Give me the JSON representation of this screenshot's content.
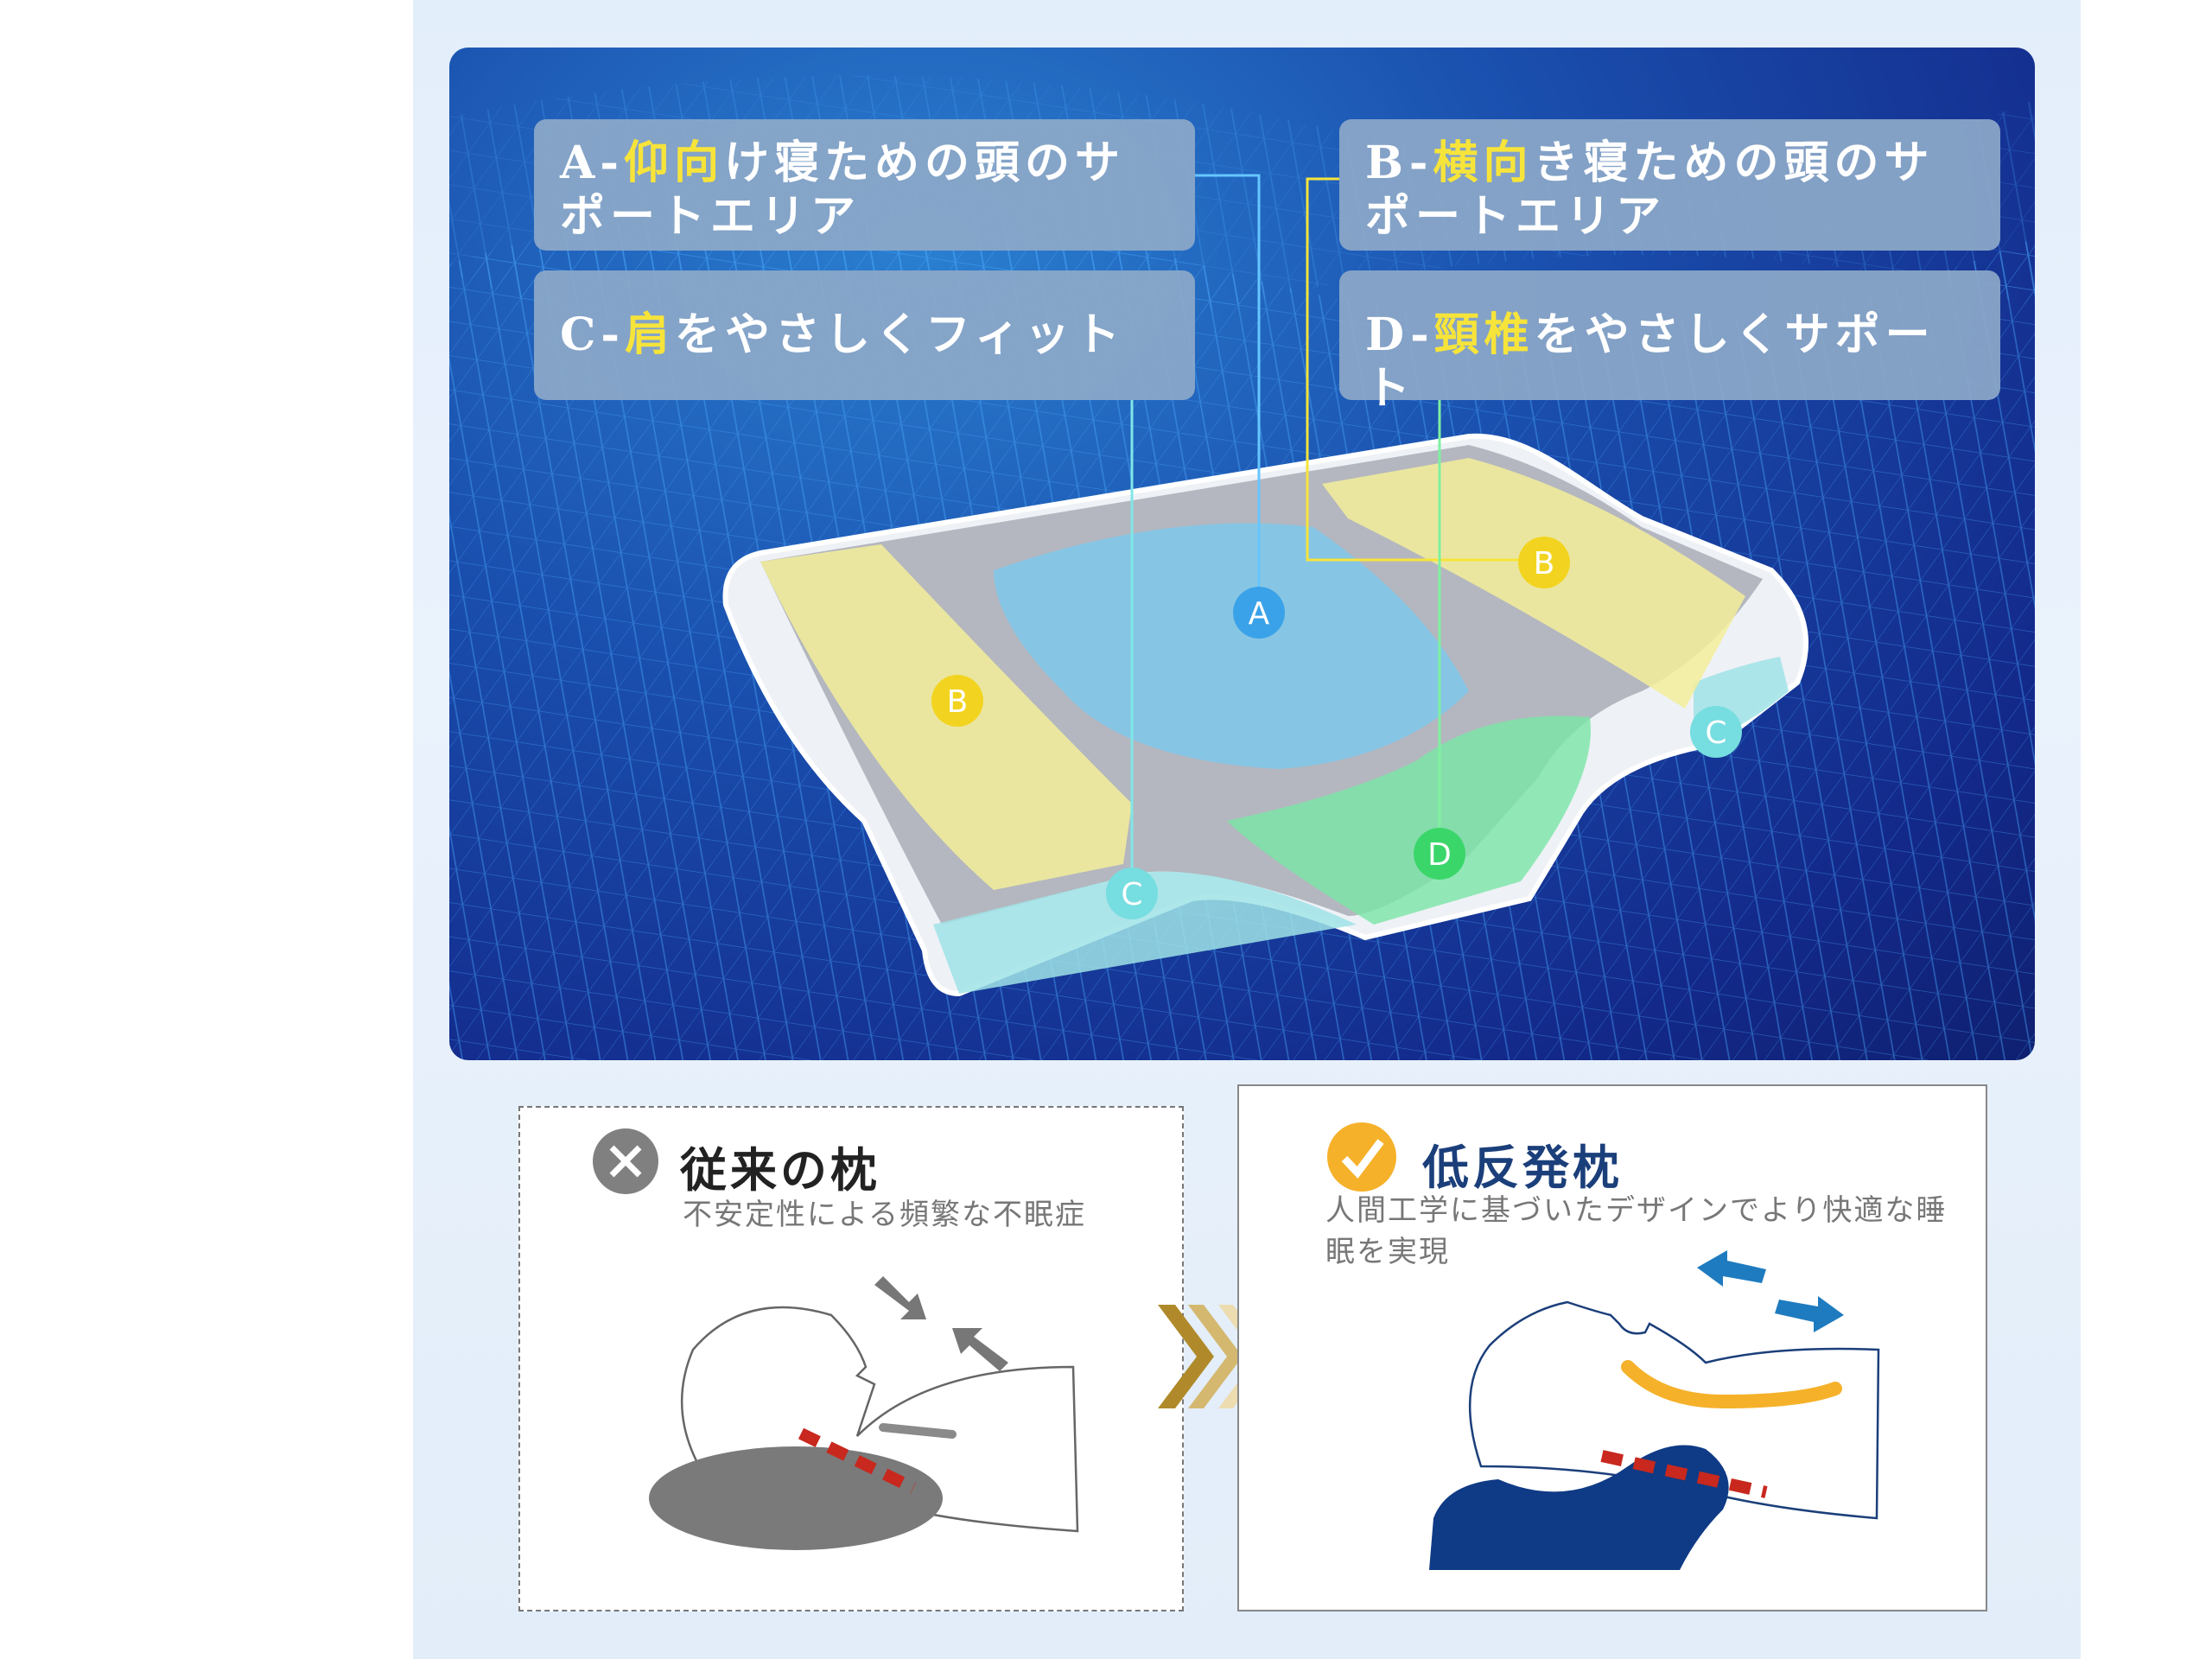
{
  "hero": {
    "labels": [
      {
        "letter": "A",
        "dash": "-",
        "highlight": "仰向",
        "rest": "け寝ための頭のサポートエリア"
      },
      {
        "letter": "B",
        "dash": "-",
        "highlight": "横向",
        "rest": "き寝ための頭のサポートエリア"
      },
      {
        "letter": "C",
        "dash": "-",
        "highlight": "肩",
        "rest": "をやさしくフィット"
      },
      {
        "letter": "D",
        "dash": "-",
        "highlight": "頸椎",
        "rest": "をやさしくサポート"
      }
    ],
    "markers": [
      "A",
      "B",
      "B",
      "C",
      "C",
      "D"
    ]
  },
  "compare": {
    "old": {
      "title": "従来の枕",
      "desc": "不安定性による頻繁な不眠症",
      "icon": "x-circle-icon"
    },
    "new": {
      "title": "低反発枕",
      "desc": "人間工学に基づいたデザインでより快適な睡眠を実現",
      "icon": "check-circle-icon"
    }
  },
  "colors": {
    "yellow": "#f7e43a",
    "navy": "#1b3f7a",
    "orange": "#f5b12a",
    "gray": "#808080",
    "red": "#c8281e",
    "blue": "#1f7bbf"
  }
}
